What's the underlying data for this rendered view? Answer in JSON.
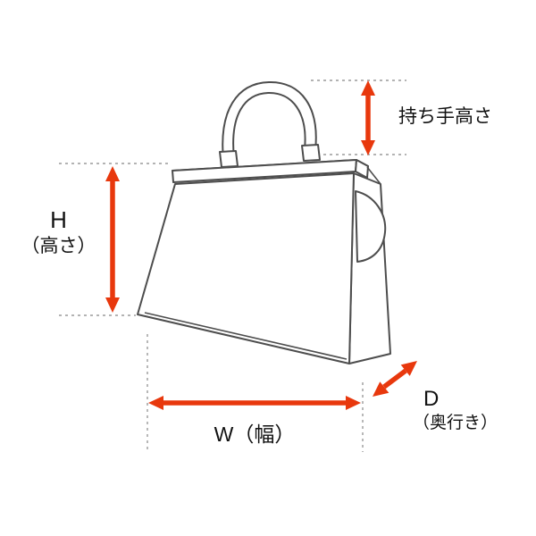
{
  "diagram": {
    "labels": {
      "handle_height": "持ち手高さ",
      "height_letter": "H",
      "height_word": "（高さ）",
      "width": "W（幅）",
      "depth_letter": "D",
      "depth_word": "（奥行き）"
    },
    "colors": {
      "arrow": "#e8380d",
      "line_art": "#4d4d4d",
      "guide": "#9a9a9a",
      "text": "#111111",
      "background": "#ffffff"
    }
  }
}
